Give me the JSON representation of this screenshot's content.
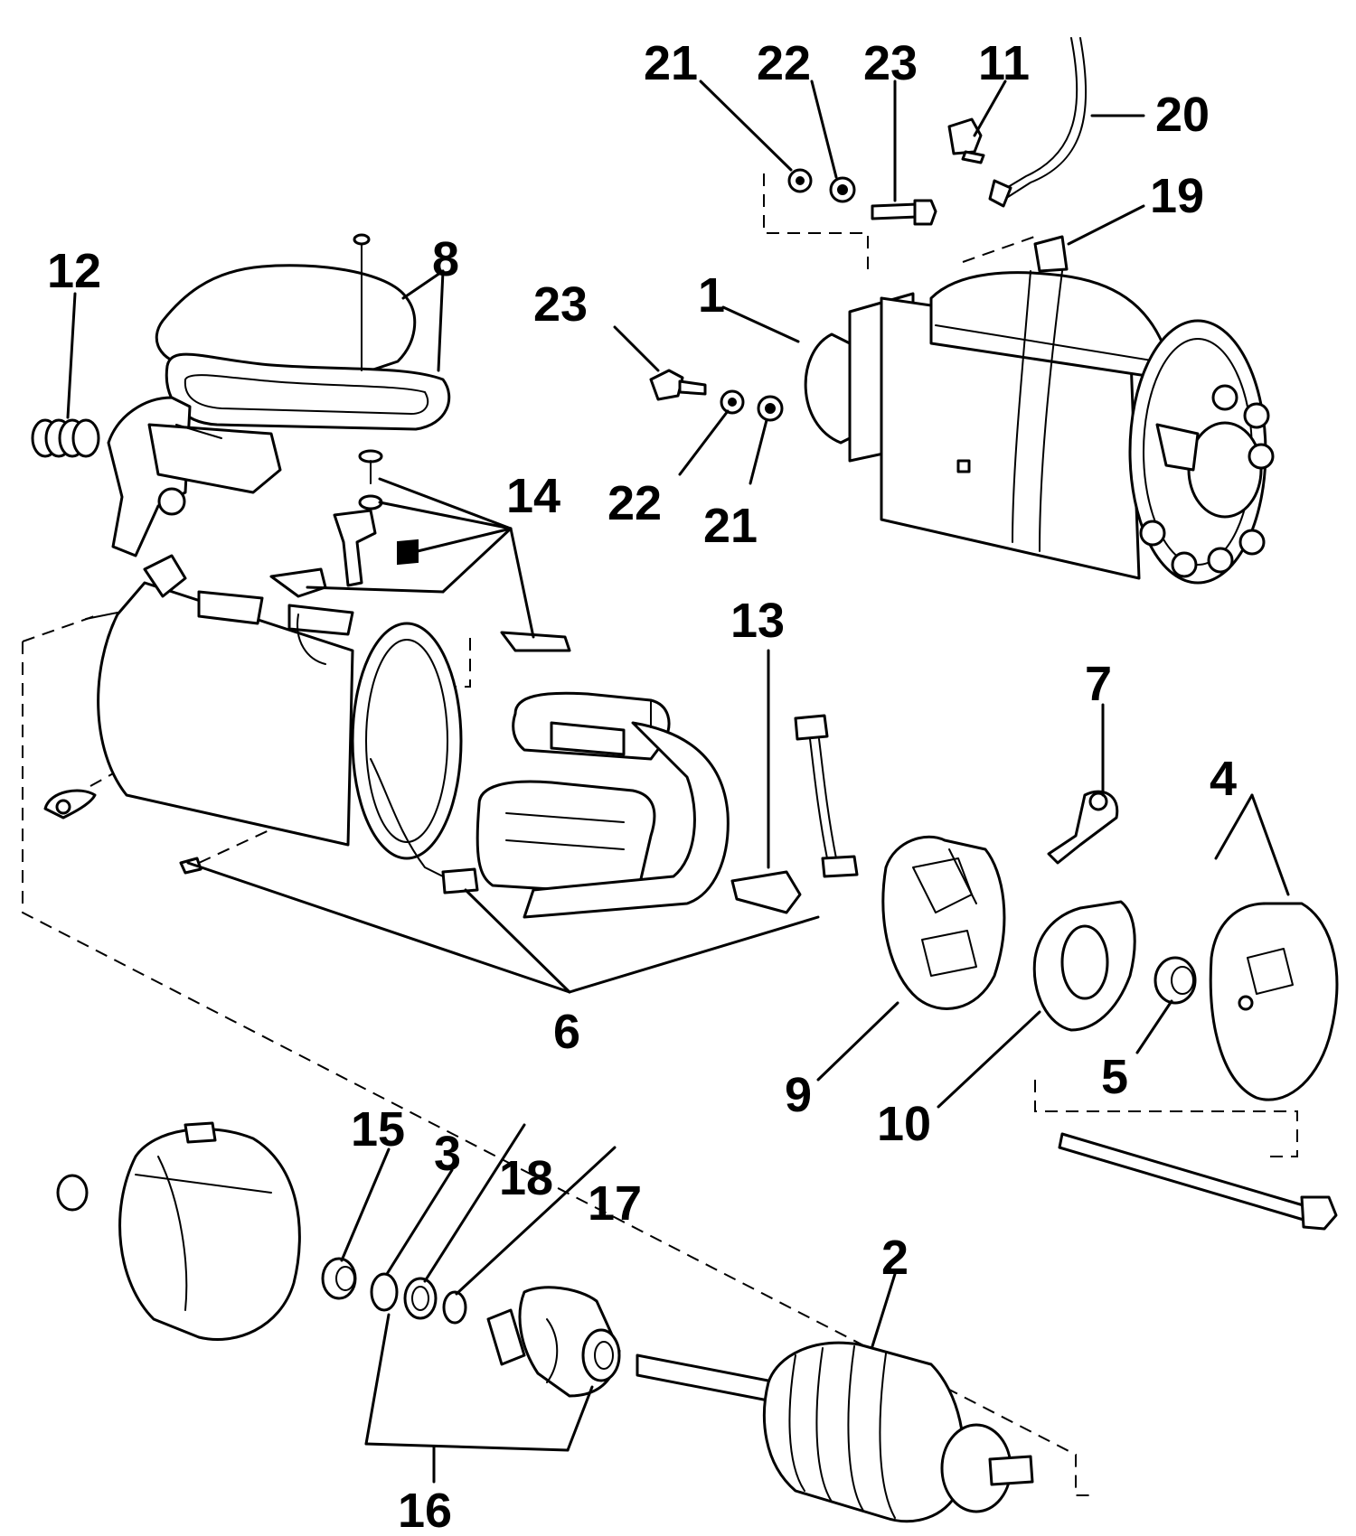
{
  "diagram": {
    "callouts": [
      {
        "key": "c1",
        "text": "1"
      },
      {
        "key": "c2",
        "text": "2"
      },
      {
        "key": "c3",
        "text": "3"
      },
      {
        "key": "c4",
        "text": "4"
      },
      {
        "key": "c5",
        "text": "5"
      },
      {
        "key": "c6",
        "text": "6"
      },
      {
        "key": "c7",
        "text": "7"
      },
      {
        "key": "c8",
        "text": "8"
      },
      {
        "key": "c9",
        "text": "9"
      },
      {
        "key": "c10",
        "text": "10"
      },
      {
        "key": "c11",
        "text": "11"
      },
      {
        "key": "c12",
        "text": "12"
      },
      {
        "key": "c13",
        "text": "13"
      },
      {
        "key": "c14",
        "text": "14"
      },
      {
        "key": "c15",
        "text": "15"
      },
      {
        "key": "c16",
        "text": "16"
      },
      {
        "key": "c17",
        "text": "17"
      },
      {
        "key": "c18",
        "text": "18"
      },
      {
        "key": "c19",
        "text": "19"
      },
      {
        "key": "c20",
        "text": "20"
      },
      {
        "key": "c21a",
        "text": "21"
      },
      {
        "key": "c21b",
        "text": "21"
      },
      {
        "key": "c22a",
        "text": "22"
      },
      {
        "key": "c22b",
        "text": "22"
      },
      {
        "key": "c23a",
        "text": "23"
      },
      {
        "key": "c23b",
        "text": "23"
      }
    ]
  }
}
